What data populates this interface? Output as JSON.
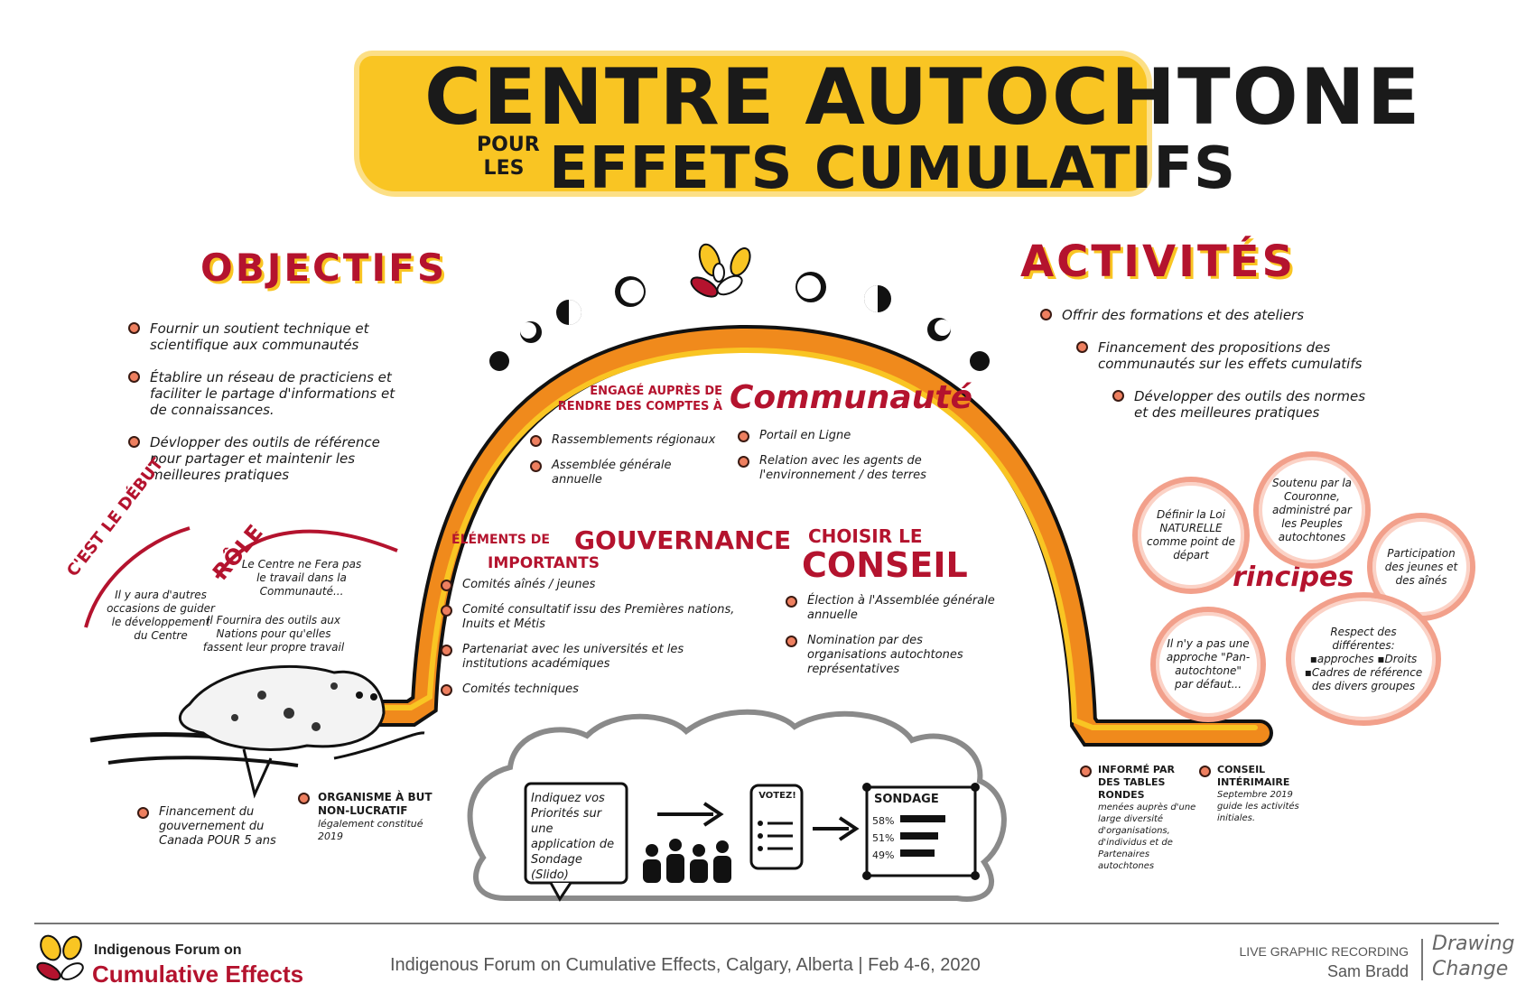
{
  "title": {
    "line1": "CENTRE AUTOCHTONE",
    "pour": "POUR",
    "les": "LES",
    "line2": "EFFETS CUMULATIFS"
  },
  "objectifs": {
    "heading": "OBJECTIFS",
    "items": [
      "Fournir un soutient technique et scientifique aux communautés",
      "Établire un réseau de practiciens et faciliter le partage d'informations et de connaissances.",
      "Dévlopper des outils de référence pour partager et maintenir les meilleures pratiques"
    ]
  },
  "activites": {
    "heading": "ACTIVITÉS",
    "items": [
      "Offrir des formations et des ateliers",
      "Financement des propositions des communautés sur les effets cumulatifs",
      "Développer des outils des normes et des meilleures pratiques"
    ]
  },
  "communaute": {
    "small": "ENGAGÉ AUPRÈS DE RENDRE DES COMPTES À",
    "big": "Communauté",
    "left_items": [
      "Rassemblements régionaux",
      "Assemblée générale annuelle"
    ],
    "right_items": [
      "Portail en Ligne",
      "Relation avec les agents de l'environnement / des terres"
    ]
  },
  "gouvernance": {
    "small": "ÉLÉMENTS DE",
    "big": "GOUVERNANCE",
    "sub": "IMPORTANTS",
    "items": [
      "Comités aînés / jeunes",
      "Comité consultatif issu des Premières nations, Inuits et Métis",
      "Partenariat avec les universités et les institutions académiques",
      "Comités techniques"
    ]
  },
  "conseil": {
    "small": "CHOISIR LE",
    "big": "CONSEIL",
    "items": [
      "Élection à l'Assemblée générale annuelle",
      "Nomination par des organisations autochtones représentatives"
    ]
  },
  "role": {
    "debut_heading": "C'EST LE DÉBUT",
    "debut_text": "Il y aura d'autres occasions de guider le développement du Centre",
    "role_heading": "RÔLE",
    "role_text1": "Le Centre ne Fera pas le travail dans la Communauté...",
    "role_text2": "Il Fournira des outils aux Nations pour qu'elles fassent leur propre travail"
  },
  "funding": {
    "item1": "Financement du gouvernement du Canada POUR 5 ans",
    "item2_title": "ORGANISME À BUT NON-LUCRATIF",
    "item2_sub": "légalement constitué 2019"
  },
  "principes": {
    "heading": "Principes",
    "circles": [
      "Définir la Loi NATURELLE comme point de départ",
      "Soutenu par la Couronne, administré par les Peuples autochtones",
      "Participation des jeunes et des aînés",
      "Il n'y a pas une approche \"Pan-autochtone\" par défaut...",
      "Respect des différentes: ▪approches ▪Droits ▪Cadres de référence des divers groupes"
    ]
  },
  "bottom_right": {
    "item1_title": "INFORMÉ PAR DES TABLES RONDES",
    "item1_sub": "menées auprès d'une large diversité d'organisations, d'individus et de Partenaires autochtones",
    "item2_title": "CONSEIL INTÉRIMAIRE",
    "item2_sub": "Septembre 2019 guide les activités initiales."
  },
  "survey": {
    "bubble": "Indiquez vos Priorités sur une application de Sondage (Slido)",
    "votez": "VOTEZ!",
    "sondage": "SONDAGE",
    "percents": [
      "58%",
      "51%",
      "49%"
    ]
  },
  "footer": {
    "logo_line1": "Indigenous Forum on",
    "logo_line2": "Cumulative Effects",
    "center": "Indigenous Forum on Cumulative Effects, Calgary, Alberta | Feb 4-6, 2020",
    "right1": "LIVE GRAPHIC RECORDING",
    "right2": "Sam Bradd",
    "dc1": "Drawing",
    "dc2": "Change"
  },
  "colors": {
    "accent_red": "#b4132e",
    "yellow": "#f9c523",
    "orange": "#f08a1c",
    "salmon": "#ee7f5f"
  }
}
